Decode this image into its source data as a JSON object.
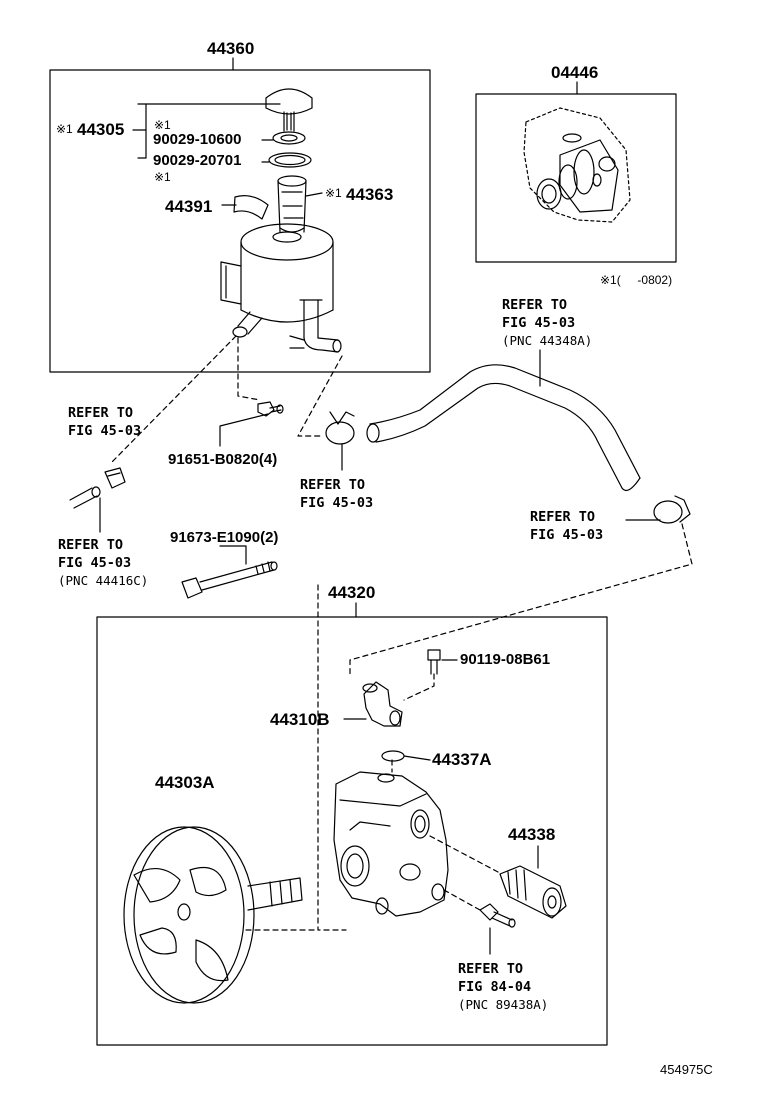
{
  "labels": {
    "p44360": "44360",
    "p04446": "04446",
    "p44305": "44305",
    "p90029a": "90029-10600",
    "p90029b": "90029-20701",
    "p44363": "44363",
    "p44391": "44391",
    "p91651": "91651-B0820(4)",
    "p91673": "91673-E1090(2)",
    "p44320": "44320",
    "p90119": "90119-08B61",
    "p44310B": "44310B",
    "p44337A": "44337A",
    "p44303A": "44303A",
    "p44338": "44338",
    "catalog": "454975C"
  },
  "marks": {
    "asterisk1": "※1",
    "footnote": "※1(     -0802)"
  },
  "refs": {
    "ref_hose_top": {
      "l1": "REFER TO",
      "l2": "FIG 45-03",
      "l3": "(PNC 44348A)"
    },
    "ref_left_clamp": {
      "l1": "REFER TO",
      "l2": "FIG 45-03"
    },
    "ref_left_pipe": {
      "l1": "REFER TO",
      "l2": "FIG 45-03",
      "l3": "(PNC 44416C)"
    },
    "ref_mid_clamp": {
      "l1": "REFER TO",
      "l2": "FIG 45-03"
    },
    "ref_right_clamp": {
      "l1": "REFER TO",
      "l2": "FIG 45-03"
    },
    "ref_sensor": {
      "l1": "REFER TO",
      "l2": "FIG 84-04",
      "l3": "(PNC 89438A)"
    }
  }
}
